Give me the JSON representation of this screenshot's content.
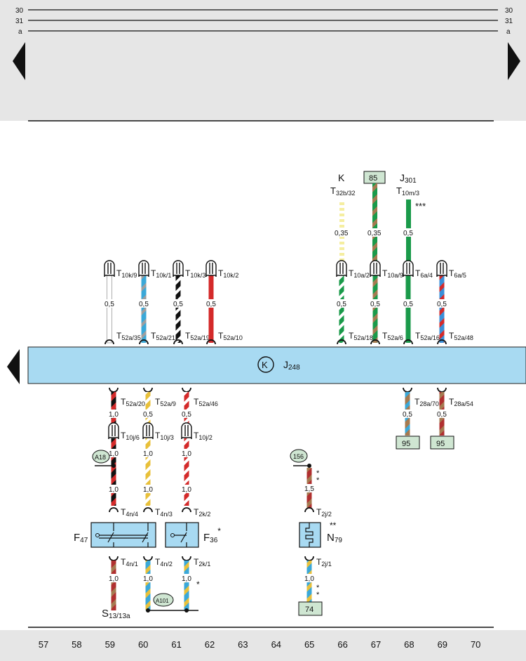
{
  "rails": [
    {
      "label_left": "30",
      "label_right": "30"
    },
    {
      "label_left": "31",
      "label_right": "31"
    },
    {
      "label_left": "a",
      "label_right": "a"
    }
  ],
  "control_unit": {
    "symbol": "K",
    "name": "J",
    "sub": "248"
  },
  "top_pins": [
    {
      "id": "T10k9",
      "conn": "T",
      "sub": "10k/9",
      "size": "0,5",
      "bus_conn": "T",
      "bus_sub": "52a/35"
    },
    {
      "id": "T10k1",
      "conn": "T",
      "sub": "10k/1",
      "size": "0,5",
      "bus_conn": "T",
      "bus_sub": "52a/21"
    },
    {
      "id": "T10k3",
      "conn": "T",
      "sub": "10k/3",
      "size": "0,5",
      "bus_conn": "T",
      "bus_sub": "52a/19"
    },
    {
      "id": "T10k2",
      "conn": "T",
      "sub": "10k/2",
      "size": "0,5",
      "bus_conn": "T",
      "bus_sub": "52a/10"
    },
    {
      "id": "T10a2",
      "conn": "T",
      "sub": "10a/2",
      "size": "0,5",
      "bus_conn": "T",
      "bus_sub": "52a/18"
    },
    {
      "id": "T10a9",
      "conn": "T",
      "sub": "10a/9",
      "size": "0,5",
      "bus_conn": "T",
      "bus_sub": "52a/6"
    },
    {
      "id": "T6a4",
      "conn": "T",
      "sub": "6a/4",
      "size": "0,5",
      "bus_conn": "T",
      "bus_sub": "52a/16"
    },
    {
      "id": "T6a5",
      "conn": "T",
      "sub": "6a/5",
      "size": "0,5",
      "bus_conn": "T",
      "bus_sub": "52a/48"
    }
  ],
  "upper_sources": {
    "k": {
      "letter": "K",
      "conn": "T",
      "sub": "32b/32",
      "size": "0,35"
    },
    "box85": {
      "label": "85",
      "size": "0,35"
    },
    "j301": {
      "name": "J",
      "sub": "301",
      "conn": "T",
      "sub2": "10m/3",
      "size": "0,5",
      "note": "***"
    }
  },
  "bottom": {
    "conn_top": [
      {
        "conn": "T",
        "sub": "52a/20",
        "size": "1,0"
      },
      {
        "conn": "T",
        "sub": "52a/9",
        "size": "0,5"
      },
      {
        "conn": "T",
        "sub": "52a/46",
        "size": "0,5"
      },
      {
        "conn": "T",
        "sub": "28a/70",
        "size": "0,5",
        "box": "95"
      },
      {
        "conn": "T",
        "sub": "28a/54",
        "size": "0,5",
        "box": "95"
      }
    ],
    "mid_conn": [
      {
        "conn": "T",
        "sub": "10j/6",
        "size": "1,0"
      },
      {
        "conn": "T",
        "sub": "10j/3",
        "size": "1,0"
      },
      {
        "conn": "T",
        "sub": "10j/2",
        "size": "1,0"
      }
    ],
    "a18": "A18",
    "lower_sizes": [
      "1,0",
      "1,0",
      "1,0"
    ],
    "switch_top": [
      {
        "conn": "T",
        "sub": "4n/4"
      },
      {
        "conn": "T",
        "sub": "4n/3"
      },
      {
        "conn": "T",
        "sub": "2k/2"
      }
    ],
    "f47": {
      "name": "F",
      "sub": "47"
    },
    "f36": {
      "name": "F",
      "sub": "36",
      "note": "*"
    },
    "switch_bottom": [
      {
        "conn": "T",
        "sub": "4n/1",
        "size": "1,0"
      },
      {
        "conn": "T",
        "sub": "4n/2",
        "size": "1,0"
      },
      {
        "conn": "T",
        "sub": "2k/1",
        "size": "1,0",
        "note": "*"
      }
    ],
    "a101": "A101",
    "s13": {
      "name": "S",
      "sub": "13/13a"
    },
    "g156": "156",
    "g156_note": "*\n*",
    "n79_top": {
      "conn": "T",
      "sub": "2j/2",
      "size": "1,5"
    },
    "n79": {
      "name": "N",
      "sub": "79",
      "note": "**"
    },
    "n79_bottom": {
      "conn": "T",
      "sub": "2j/1",
      "size": "1,0",
      "note": "*\n*"
    },
    "box74": "74"
  },
  "footer_numbers": [
    "57",
    "58",
    "59",
    "60",
    "61",
    "62",
    "63",
    "64",
    "65",
    "66",
    "67",
    "68",
    "69",
    "70"
  ]
}
